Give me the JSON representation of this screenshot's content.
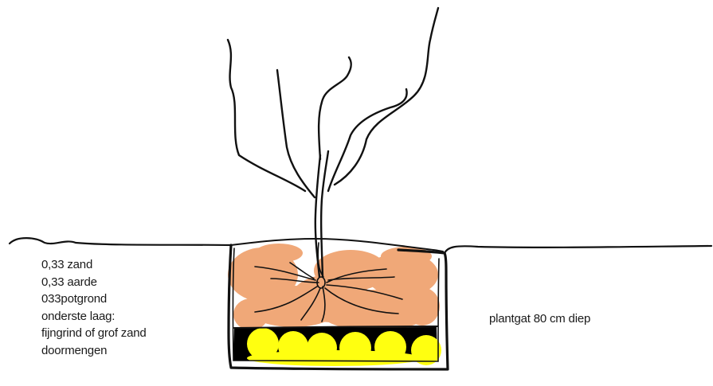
{
  "notes": {
    "lines": [
      "0,33 zand",
      "0,33 aarde",
      "033potgrond",
      "onderste laag:",
      "fijngrind of grof zand",
      "doormengen"
    ]
  },
  "depth_label": "plantgat 80 cm diep",
  "colors": {
    "ink": "#111111",
    "soil": "#f0a878",
    "gravel": "#ffff10",
    "bottom_layer": "#000000",
    "background": "#ffffff"
  }
}
